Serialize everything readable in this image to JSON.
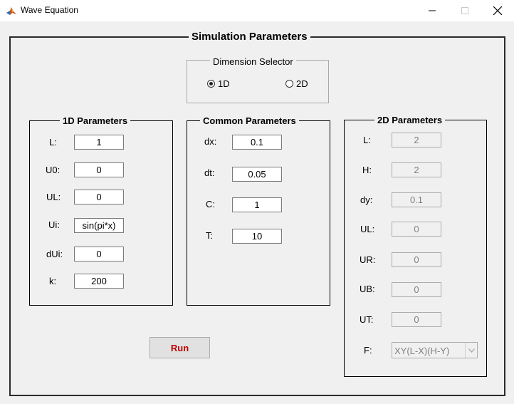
{
  "window": {
    "title": "Wave Equation"
  },
  "main": {
    "title": "Simulation Parameters"
  },
  "dimension": {
    "title": "Dimension Selector",
    "options": [
      {
        "label": "1D",
        "selected": true
      },
      {
        "label": "2D",
        "selected": false
      }
    ]
  },
  "params1d": {
    "title": "1D Parameters",
    "fields": [
      {
        "label": "L:",
        "value": "1"
      },
      {
        "label": "U0:",
        "value": "0"
      },
      {
        "label": "UL:",
        "value": "0"
      },
      {
        "label": "Ui:",
        "value": "sin(pi*x)"
      },
      {
        "label": "dUi:",
        "value": "0"
      },
      {
        "label": "k:",
        "value": "200"
      }
    ]
  },
  "common": {
    "title": "Common Parameters",
    "fields": [
      {
        "label": "dx:",
        "value": "0.1"
      },
      {
        "label": "dt:",
        "value": "0.05"
      },
      {
        "label": "C:",
        "value": "1"
      },
      {
        "label": "T:",
        "value": "10"
      }
    ]
  },
  "params2d": {
    "title": "2D Parameters",
    "fields": [
      {
        "label": "L:",
        "value": "2"
      },
      {
        "label": "H:",
        "value": "2"
      },
      {
        "label": "dy:",
        "value": "0.1"
      },
      {
        "label": "UL:",
        "value": "0"
      },
      {
        "label": "UR:",
        "value": "0"
      },
      {
        "label": "UB:",
        "value": "0"
      },
      {
        "label": "UT:",
        "value": "0"
      }
    ],
    "function_label": "F:",
    "function_value": "XY(L-X)(H-Y)"
  },
  "run": {
    "label": "Run",
    "color": "#c00000"
  }
}
